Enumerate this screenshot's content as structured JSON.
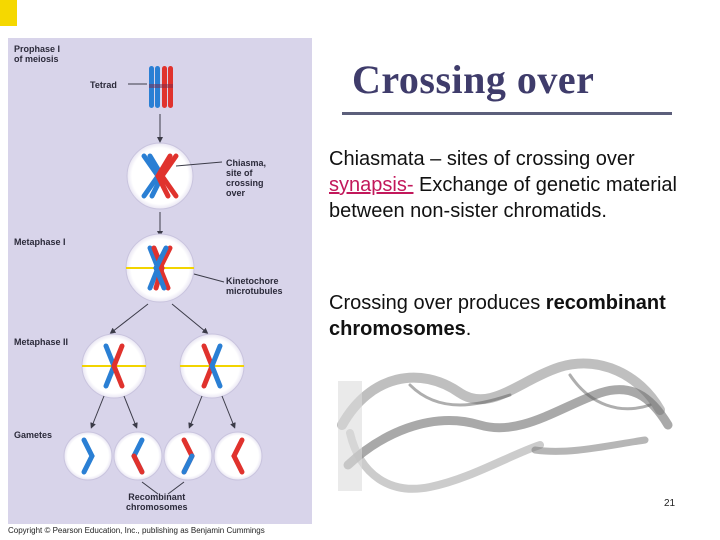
{
  "figure": {
    "labels": {
      "prophase": "Prophase I\nof meiosis",
      "tetrad": "Tetrad",
      "chiasma": "Chiasma,\nsite of\ncrossing\nover",
      "metaphase1": "Metaphase I",
      "kinetochore": "Kinetochore\nmicrotubules",
      "metaphase2": "Metaphase II",
      "gametes": "Gametes",
      "recombinant": "Recombinant\nchromosomes"
    },
    "copyright": "Copyright © Pearson Education, Inc., publishing as Benjamin Cummings"
  },
  "slide": {
    "title": "Crossing over",
    "line1": "Chiasmata – sites of crossing over",
    "synapsis_term": "synapsis-",
    "line2_rest": " Exchange of genetic material between non-sister chromatids.",
    "para2_prefix": "Crossing over produces ",
    "para2_bold": "recombinant chromosomes",
    "para2_suffix": ".",
    "page_number": "21"
  },
  "colors": {
    "title": "#3f3c6b",
    "accent_link": "#c2185b",
    "figure_bg": "#d8d4ea",
    "chromosome_red": "#e0322d",
    "chromosome_blue": "#2a7fd4",
    "spindle_yellow": "#f2d400"
  }
}
